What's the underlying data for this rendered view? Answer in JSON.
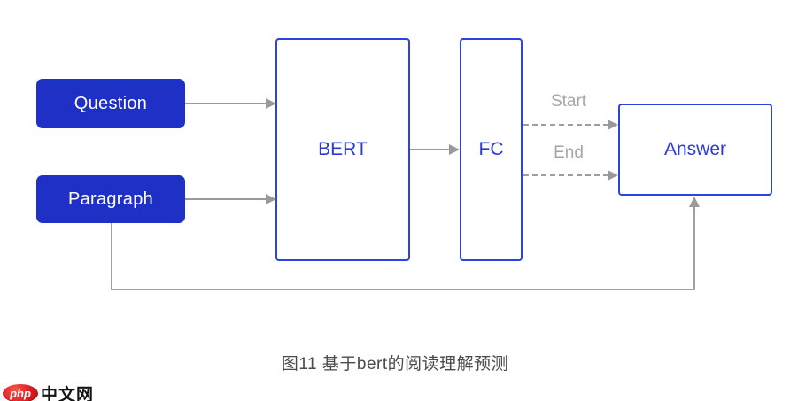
{
  "diagram": {
    "nodes": {
      "question": {
        "label": "Question"
      },
      "paragraph": {
        "label": "Paragraph"
      },
      "bert": {
        "label": "BERT"
      },
      "fc": {
        "label": "FC"
      },
      "answer": {
        "label": "Answer"
      }
    },
    "edge_labels": {
      "start": "Start",
      "end": "End"
    }
  },
  "caption": "图11 基于bert的阅读理解预测",
  "logo": {
    "php": "php",
    "site": "中文网"
  },
  "colors": {
    "node_fill": "#1f30c7",
    "node_border": "#2b44df",
    "node_text": "#2b3bd6",
    "arrow": "#999999",
    "edge_label": "#a6a6a6",
    "caption": "#4a4a4a",
    "logo_red": "#e01e22"
  }
}
